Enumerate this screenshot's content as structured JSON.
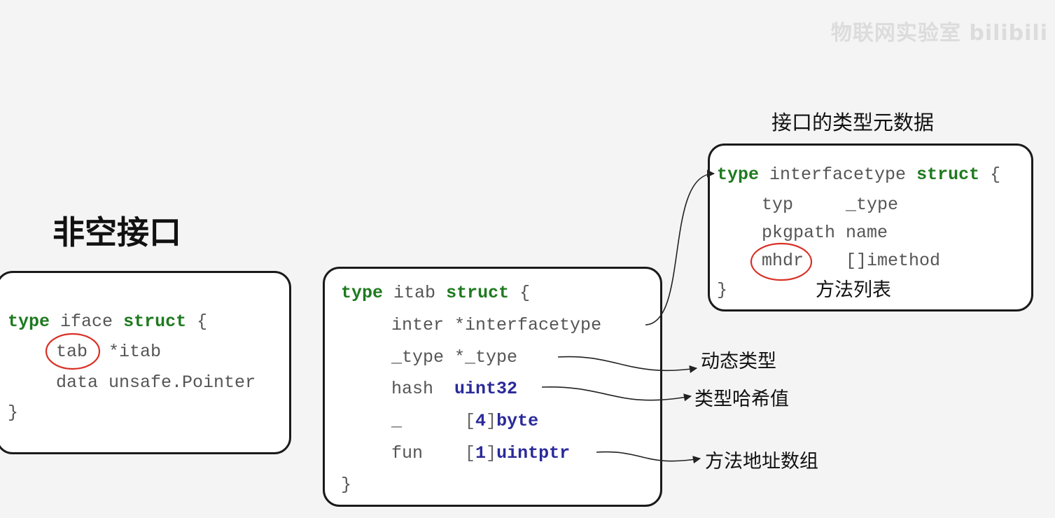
{
  "watermark": "物联网实验室 bilibili",
  "title": "非空接口",
  "meta_title": "接口的类型元数据",
  "iface": {
    "kw_type": "type",
    "name": "iface",
    "kw_struct": "struct",
    "open": "{",
    "fields": [
      {
        "name": "tab",
        "type": "*itab"
      },
      {
        "name": "data",
        "type": "unsafe.Pointer"
      }
    ],
    "close": "}"
  },
  "itab": {
    "kw_type": "type",
    "name": "itab",
    "kw_struct": "struct",
    "open": "{",
    "f_inter": "inter",
    "t_inter": "*interfacetype",
    "f_type": "_type",
    "t_type": "*_type",
    "f_hash": "hash",
    "t_hash": "uint32",
    "f_pad": "_",
    "t_pad_br1": "[",
    "t_pad_num": "4",
    "t_pad_br2": "]",
    "t_pad_type": "byte",
    "f_fun": "fun",
    "t_fun_br1": "[",
    "t_fun_num": "1",
    "t_fun_br2": "]",
    "t_fun_type": "uintptr",
    "close": "}"
  },
  "interfacetype": {
    "kw_type": "type",
    "name": "interfacetype",
    "kw_struct": "struct",
    "open": "{",
    "fields": [
      {
        "name": "typ",
        "type": "_type"
      },
      {
        "name": "pkgpath",
        "type": "name"
      },
      {
        "name": "mhdr",
        "type": "[]imethod"
      }
    ],
    "close": "}"
  },
  "annotations": {
    "method_list": "方法列表",
    "dynamic_type": "动态类型",
    "type_hash": "类型哈希值",
    "method_addr_array": "方法地址数组"
  },
  "colors": {
    "keyword": "#1f7a1f",
    "builtin_type": "#2a2a9a",
    "highlight_circle": "#d93025"
  }
}
